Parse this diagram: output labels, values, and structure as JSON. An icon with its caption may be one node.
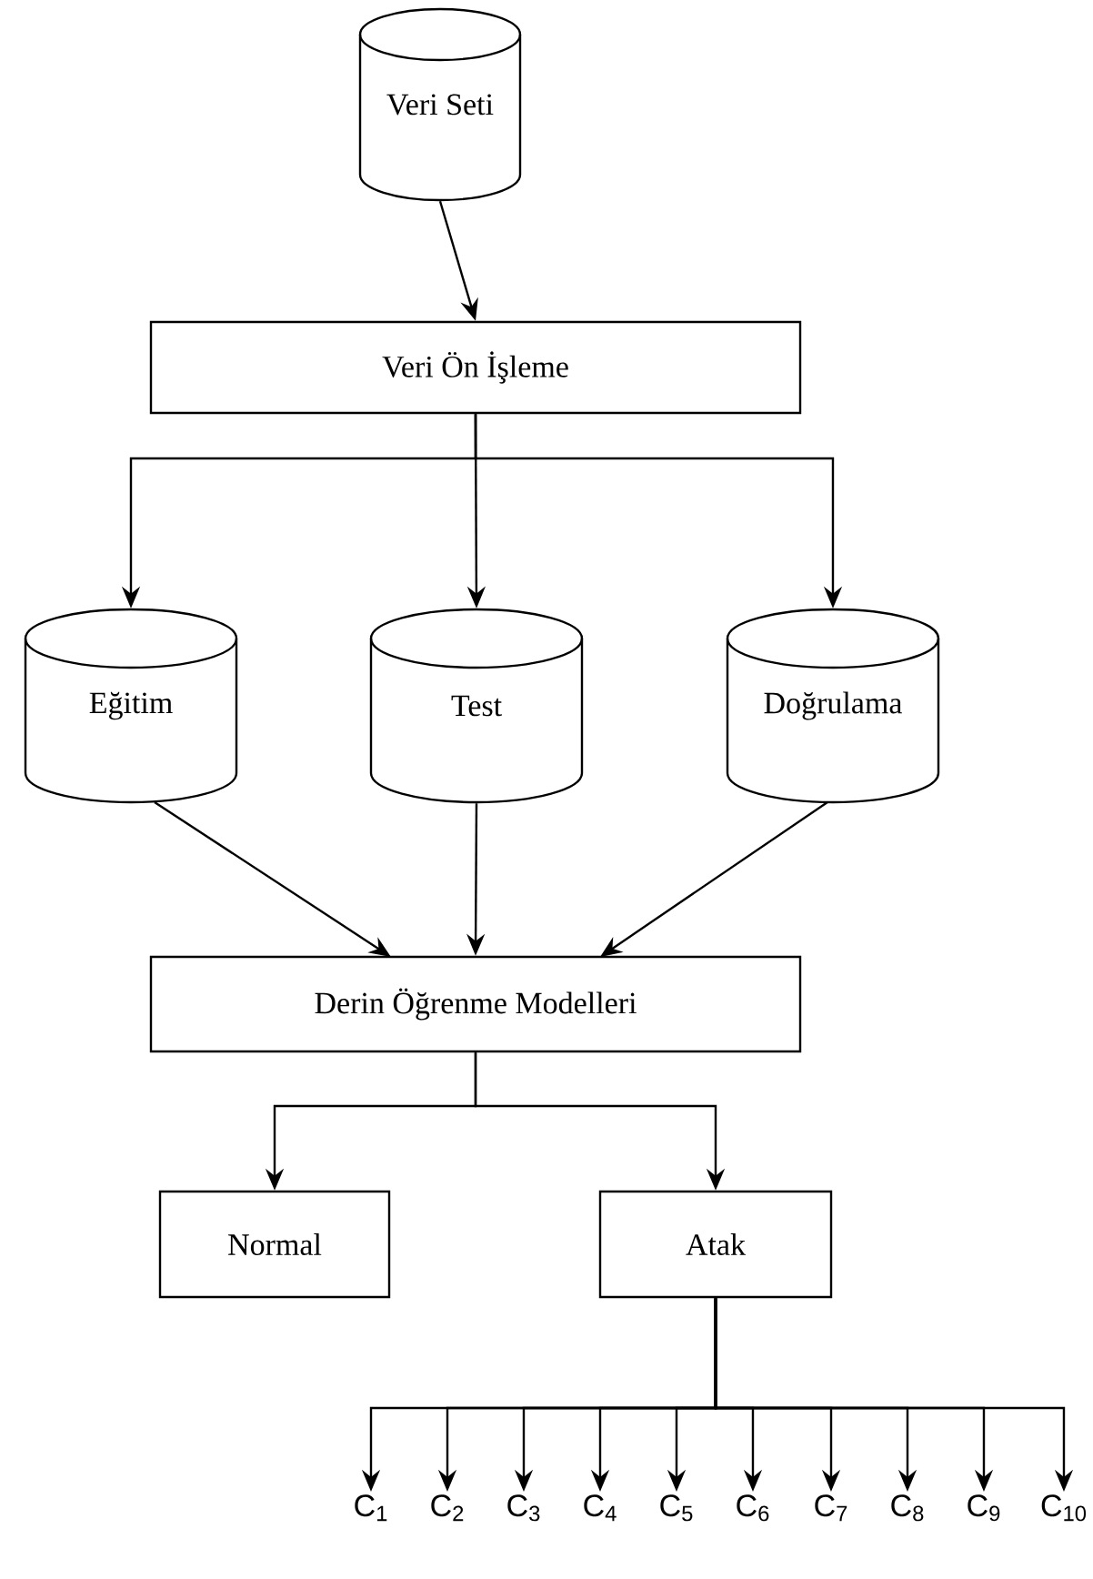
{
  "diagram": {
    "nodes": [
      {
        "text": [
          "Veri Seti"
        ]
      },
      {
        "text": [
          "Veri Ön İşleme"
        ]
      },
      {
        "text": [
          "Eğitim"
        ]
      },
      {
        "text": [
          "Test"
        ]
      },
      {
        "text": [
          "Doğrulama"
        ]
      },
      {
        "text": [
          "Derin Öğrenme Modelleri"
        ]
      },
      {
        "text": [
          "Normal"
        ]
      },
      {
        "text": [
          "Atak"
        ]
      },
      {
        "text": [
          "C$_{1}$"
        ]
      },
      {
        "text": [
          "C$_{2}$"
        ]
      },
      {
        "text": [
          "C$_{3}$"
        ]
      },
      {
        "text": [
          "C$_{4}$"
        ]
      },
      {
        "text": [
          "C$_{5}$"
        ]
      },
      {
        "text": [
          "C$_{6}$"
        ]
      },
      {
        "text": [
          "C$_{7}$"
        ]
      },
      {
        "text": [
          "C$_{8}$"
        ]
      },
      {
        "text": [
          "C$_{9}$"
        ]
      },
      {
        "text": [
          "C$_{10}$"
        ]
      }
    ],
    "edges": [
      {
        "from": 0,
        "to": 1,
        "arrow": "to"
      },
      {
        "from": 1,
        "to": 2,
        "arrow": "to"
      },
      {
        "from": 1,
        "to": 3,
        "arrow": "to"
      },
      {
        "from": 1,
        "to": 4,
        "arrow": "to"
      },
      {
        "from": 2,
        "to": 5,
        "arrow": "to"
      },
      {
        "from": 3,
        "to": 5,
        "arrow": "to"
      },
      {
        "from": 4,
        "to": 5,
        "arrow": "to"
      },
      {
        "from": 5,
        "to": 6,
        "arrow": "to"
      },
      {
        "from": 5,
        "to": 7,
        "arrow": "to"
      },
      {
        "from": 7,
        "to": 8,
        "arrow": "to"
      },
      {
        "from": 7,
        "to": 9,
        "arrow": "to"
      },
      {
        "from": 7,
        "to": 10,
        "arrow": "to"
      },
      {
        "from": 7,
        "to": 11,
        "arrow": "to"
      },
      {
        "from": 7,
        "to": 12,
        "arrow": "to"
      },
      {
        "from": 7,
        "to": 13,
        "arrow": "to"
      },
      {
        "from": 7,
        "to": 14,
        "arrow": "to"
      },
      {
        "from": 7,
        "to": 15,
        "arrow": "to"
      },
      {
        "from": 7,
        "to": 16,
        "arrow": "to"
      },
      {
        "from": 7,
        "to": 17,
        "arrow": "to"
      }
    ]
  }
}
